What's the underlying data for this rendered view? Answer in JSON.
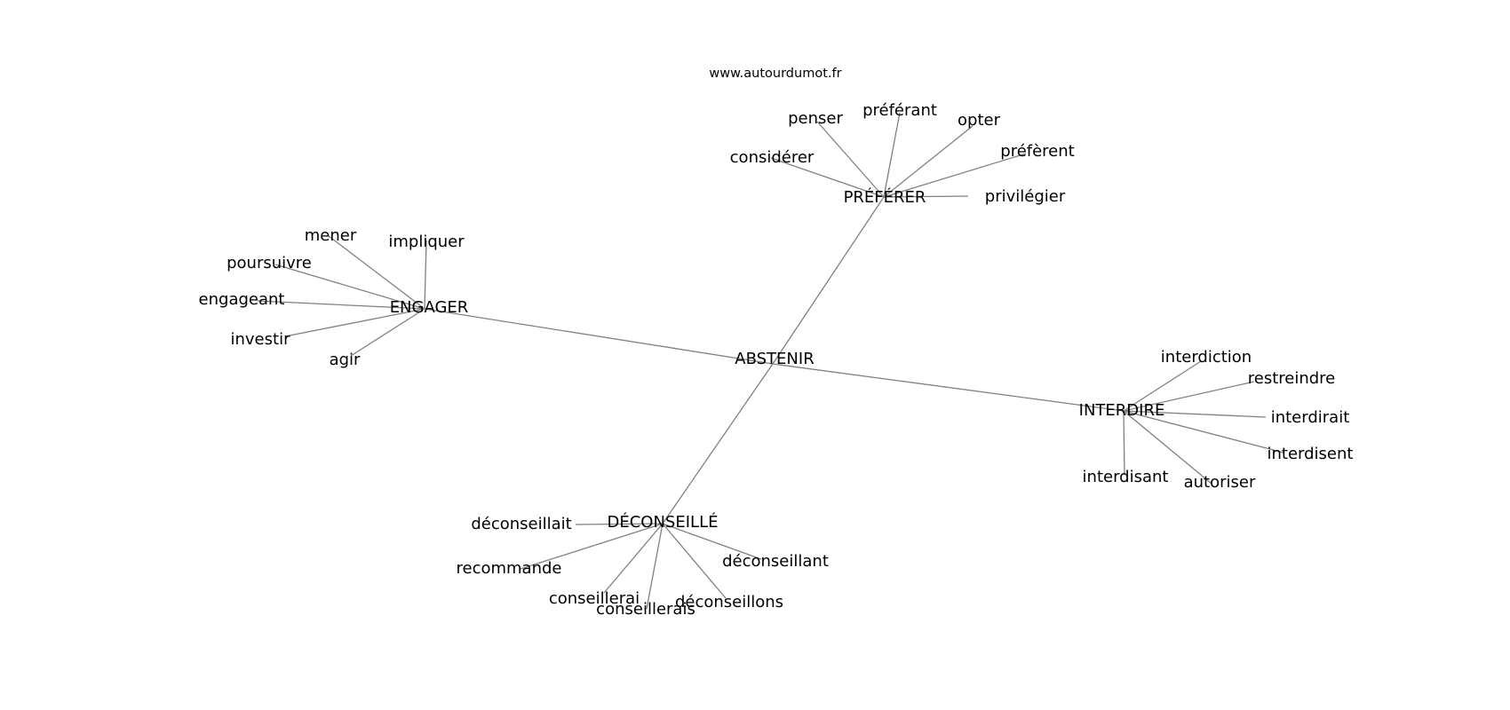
{
  "watermark": "www.autourdumot.fr",
  "center": "ABSTENIR",
  "hubs": [
    {
      "label": "PRÉFÉRER",
      "leaves": [
        "penser",
        "préférant",
        "opter",
        "préfèrent",
        "considérer",
        "privilégier"
      ]
    },
    {
      "label": "ENGAGER",
      "leaves": [
        "mener",
        "impliquer",
        "poursuivre",
        "engageant",
        "investir",
        "agir"
      ]
    },
    {
      "label": "INTERDIRE",
      "leaves": [
        "interdiction",
        "restreindre",
        "interdirait",
        "interdisent",
        "interdisant",
        "autoriser"
      ]
    },
    {
      "label": "DÉCONSEILLÉ",
      "leaves": [
        "déconseillait",
        "recommande",
        "déconseillant",
        "conseillerai",
        "conseillerais",
        "déconseillons"
      ]
    }
  ]
}
